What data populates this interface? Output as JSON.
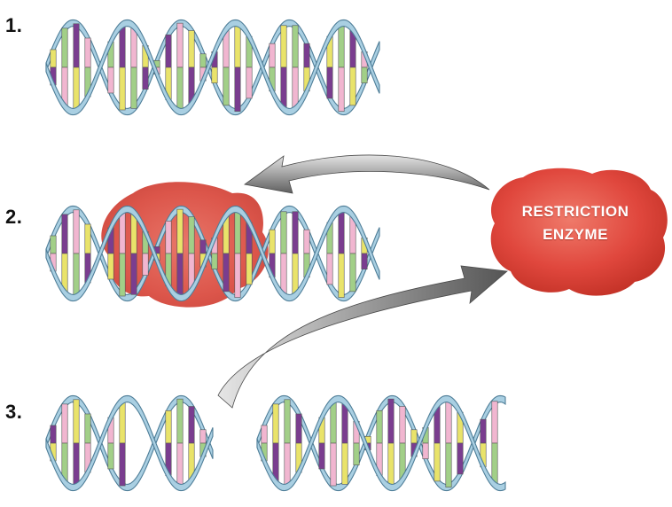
{
  "steps": [
    {
      "label": "1."
    },
    {
      "label": "2."
    },
    {
      "label": "3."
    }
  ],
  "enzyme": {
    "line1": "RESTRICTION",
    "line2": "ENZYME"
  },
  "colors": {
    "backbone": "#a9cfe2",
    "backbone_edge": "#4f7e98",
    "enzyme": "#e0473d",
    "arrow": "#9a9a9a",
    "base_yellow": "#e9e36a",
    "base_green": "#a2cf88",
    "base_purple": "#7a3d8f",
    "base_pink": "#f1b6d0"
  },
  "icons": [
    "dna-double-helix",
    "restriction-enzyme-blob",
    "curved-arrow"
  ]
}
